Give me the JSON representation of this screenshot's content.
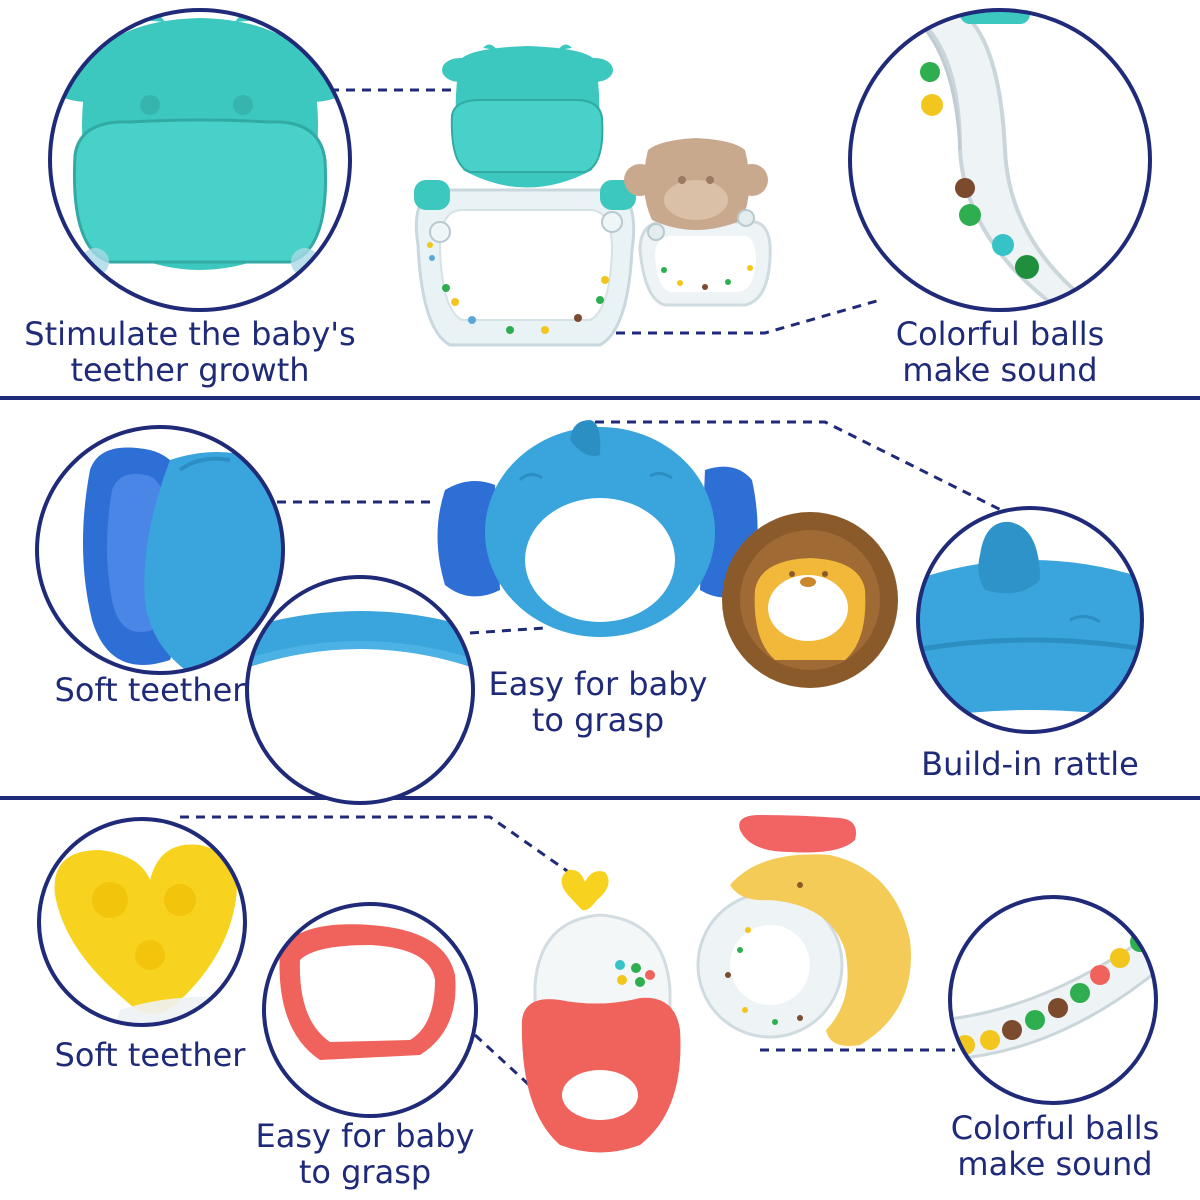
{
  "colors": {
    "navy": "#1f2a78",
    "cow_teal": "#3cc7bf",
    "monkey_tan": "#c9a98e",
    "elephant_blue": "#3aa5dc",
    "ear_blue": "#2e6fd6",
    "lion_yellow": "#f2b83a",
    "lion_mane": "#8b5a2b",
    "heart_yellow": "#f7d21e",
    "coral": "#f0625c",
    "chick_yellow": "#f5cb57",
    "comb_red": "#f26363"
  },
  "section1": {
    "caption_left": "Stimulate the baby's\nteether growth",
    "caption_right": "Colorful balls\nmake sound"
  },
  "section2": {
    "caption_left": "Soft teether",
    "caption_center": "Easy for baby\nto grasp",
    "caption_right": "Build-in rattle"
  },
  "section3": {
    "caption_left": "Soft teether",
    "caption_center": "Easy for baby\nto grasp",
    "caption_right": "Colorful balls\nmake sound"
  },
  "icons": [
    "cow-teether",
    "monkey-teether",
    "elephant-rattle",
    "lion-teether",
    "bird-rattle",
    "chick-rattle"
  ]
}
